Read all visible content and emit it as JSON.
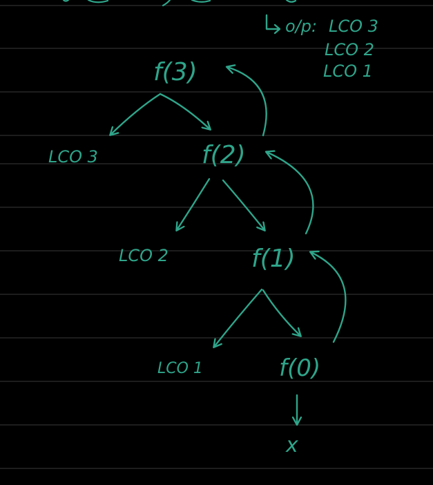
{
  "colors": {
    "background": "#000000",
    "ink": "#2fa58a",
    "ruled_line": "#3a3a3a"
  },
  "output_note": {
    "arrow_icon": "hooked-arrow-icon",
    "label": "o/p:",
    "lines": [
      "LCO 3",
      "LCO 2",
      "LCO 1"
    ]
  },
  "tree": {
    "nodes": [
      {
        "id": "f3",
        "label": "f(3)"
      },
      {
        "id": "lco3",
        "label": "LCO 3"
      },
      {
        "id": "f2",
        "label": "f(2)"
      },
      {
        "id": "lco2",
        "label": "LCO 2"
      },
      {
        "id": "f1",
        "label": "f(1)"
      },
      {
        "id": "lco1",
        "label": "LCO 1"
      },
      {
        "id": "f0",
        "label": "f(0)"
      },
      {
        "id": "x",
        "label": "x"
      }
    ],
    "edges": [
      {
        "from": "f3",
        "to": "lco3",
        "kind": "call"
      },
      {
        "from": "f3",
        "to": "f2",
        "kind": "call"
      },
      {
        "from": "f2",
        "to": "lco2",
        "kind": "call"
      },
      {
        "from": "f2",
        "to": "f1",
        "kind": "call"
      },
      {
        "from": "f1",
        "to": "lco1",
        "kind": "call"
      },
      {
        "from": "f1",
        "to": "f0",
        "kind": "call"
      },
      {
        "from": "f0",
        "to": "x",
        "kind": "call"
      },
      {
        "from": "f0",
        "to": "f1",
        "kind": "return"
      },
      {
        "from": "f1",
        "to": "f2",
        "kind": "return"
      },
      {
        "from": "f2",
        "to": "f3",
        "kind": "return"
      }
    ]
  }
}
